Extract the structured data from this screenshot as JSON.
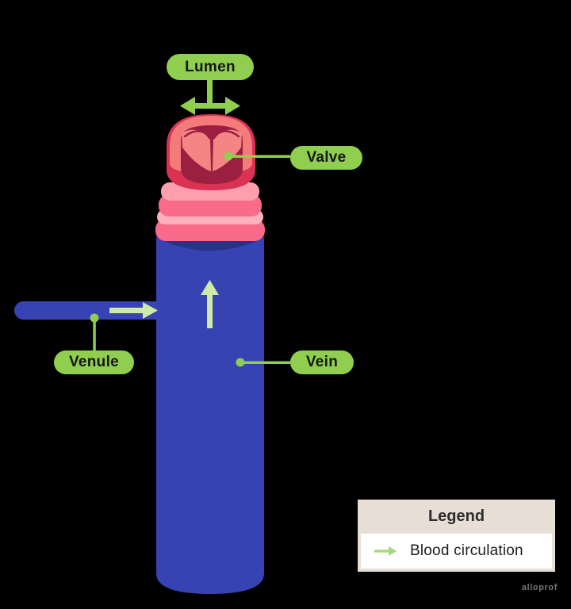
{
  "diagram": {
    "subject": "vein-anatomy-cross-section",
    "parts": [
      "Lumen",
      "Valve",
      "Venule",
      "Vein"
    ]
  },
  "annotations": {
    "lumen": {
      "label": "Lumen"
    },
    "valve": {
      "label": "Valve"
    },
    "venule": {
      "label": "Venule"
    },
    "vein": {
      "label": "Vein"
    }
  },
  "legend": {
    "title": "Legend",
    "items": [
      {
        "icon": "flow-arrow-icon",
        "label": "Blood circulation"
      }
    ]
  },
  "watermark": "alloprof",
  "colors": {
    "bg": "#000000",
    "pill": "#8fce4e",
    "pill_text": "#161616",
    "connector": "#8fce4e",
    "flow": "#cfe9a6",
    "blue": "#3742b3",
    "blue_dark": "#2c3184",
    "pink_deep": "#fa6b8b",
    "pink_light1": "#ff9fae",
    "pink_light2": "#ffb0bd",
    "crimson": "#d93253",
    "salmon": "#f57a7a",
    "maroon": "#9b1f41",
    "legend_bg": "#e7ded6",
    "legend_panel": "#ffffff",
    "legend_arrow": "#a6d97c",
    "legend_title": "#2d2d2d",
    "legend_text": "#1d1d1d",
    "watermark": "#8a8a8a"
  }
}
